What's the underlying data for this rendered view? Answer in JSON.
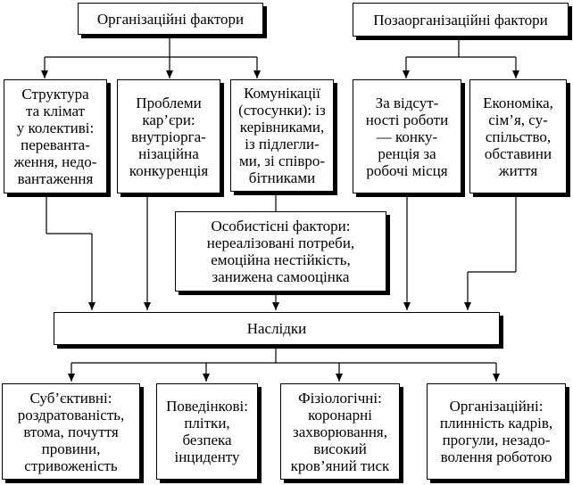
{
  "boxes": {
    "org_factors": "Організаційні фактори",
    "nonorg_factors": "Позаорганізаційні фактори",
    "structure": "Структура\nта клімат\nу колективі:\nперевантa-\nження, недо-\nвантаження",
    "career": "Проблеми\nкар’єри:\nвнутріоргa-\nнізаційна\nконкуренція",
    "communications": "Комунікації\n(стосунки): із\nкерівниками,\nіз підлегли-\nми, зі співро-\nбітниками",
    "lack_of_work": "За відсут-\nності роботи\n— конку-\nренція за\nробочі місця",
    "economy": "Економіка,\nсім’я, су-\nспільство,\nобставини\nжиття",
    "personal": "Особистісні фактори:\nнереалізовані потреби,\nемоційна нестійкість,\nзанижена самооцінка",
    "consequences": "Наслідки",
    "subjective": "Суб’єктивні:\nроздратованість,\nвтома, почуття\nпровини,\nстривоженість",
    "behavioral": "Поведінкові:\nплітки,\nбезпека\nінциденту",
    "physiological": "Фізіологічні:\nкоронарні\nзахворювання,\nвисокий\nкров’яний тиск",
    "organizational": "Організаційні:\nплинність кадрів,\nпрогули, незадо-\nволення роботою"
  }
}
